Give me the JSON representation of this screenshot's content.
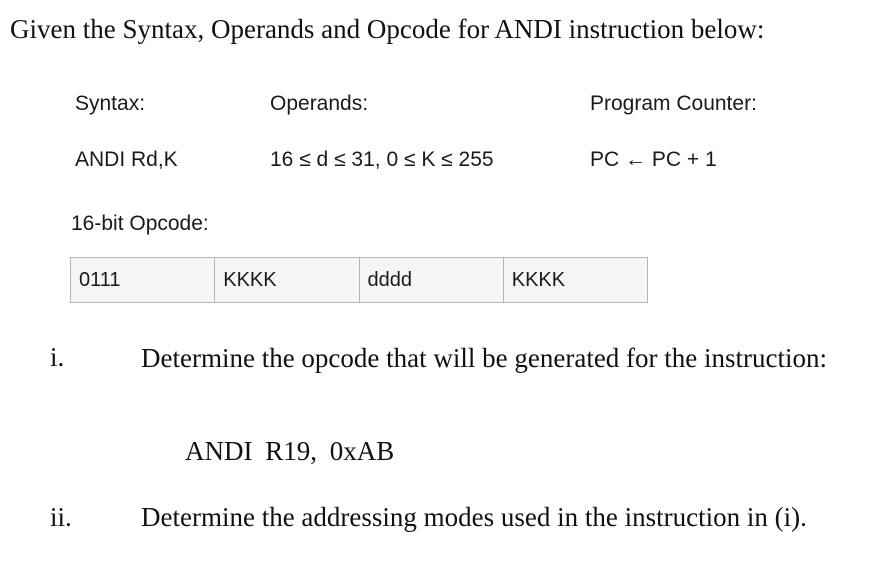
{
  "intro": "Given the Syntax, Operands and Opcode for ANDI instruction below:",
  "reference": {
    "syntax_label": "Syntax:",
    "operands_label": "Operands:",
    "pc_label": "Program Counter:",
    "syntax_value": "ANDI Rd,K",
    "operands_value": "16 ≤ d ≤ 31, 0 ≤ K ≤ 255",
    "pc_value": "PC ← PC + 1"
  },
  "opcode": {
    "label": "16-bit Opcode:",
    "cells": [
      "0111",
      "KKKK",
      "dddd",
      "KKKK"
    ]
  },
  "questions": [
    {
      "number": "i.",
      "text": "Determine the opcode that will be generated for the instruction:",
      "instruction": "ANDI  R19, 0xAB"
    },
    {
      "number": "ii.",
      "text": "Determine the addressing modes used in the instruction in (i)."
    }
  ]
}
